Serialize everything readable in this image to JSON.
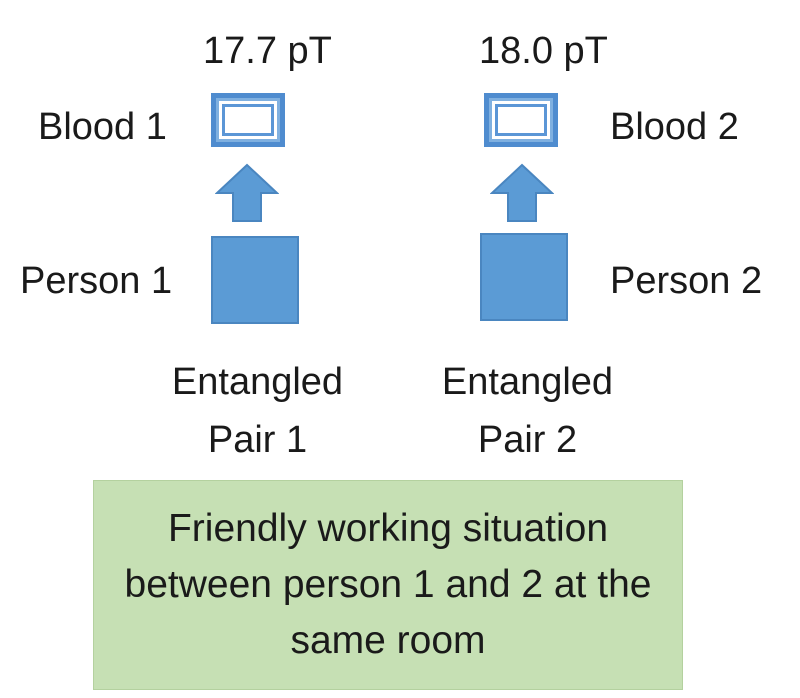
{
  "left": {
    "measurement": "17.7 pT",
    "blood_label": "Blood 1",
    "person_label": "Person 1",
    "pair_label": "Entangled Pair 1"
  },
  "right": {
    "measurement": "18.0 pT",
    "blood_label": "Blood 2",
    "person_label": "Person 2",
    "pair_label": "Entangled Pair 2"
  },
  "situation": {
    "text": "Friendly working situation between person 1 and 2 at the same room"
  },
  "colors": {
    "shape_fill": "#5b9bd5",
    "shape_border": "#4a86c0",
    "situation_fill": "#c6e0b4"
  },
  "icons": {
    "arrow": "up-arrow",
    "sample": "blood-sample-box",
    "person": "person-square"
  }
}
